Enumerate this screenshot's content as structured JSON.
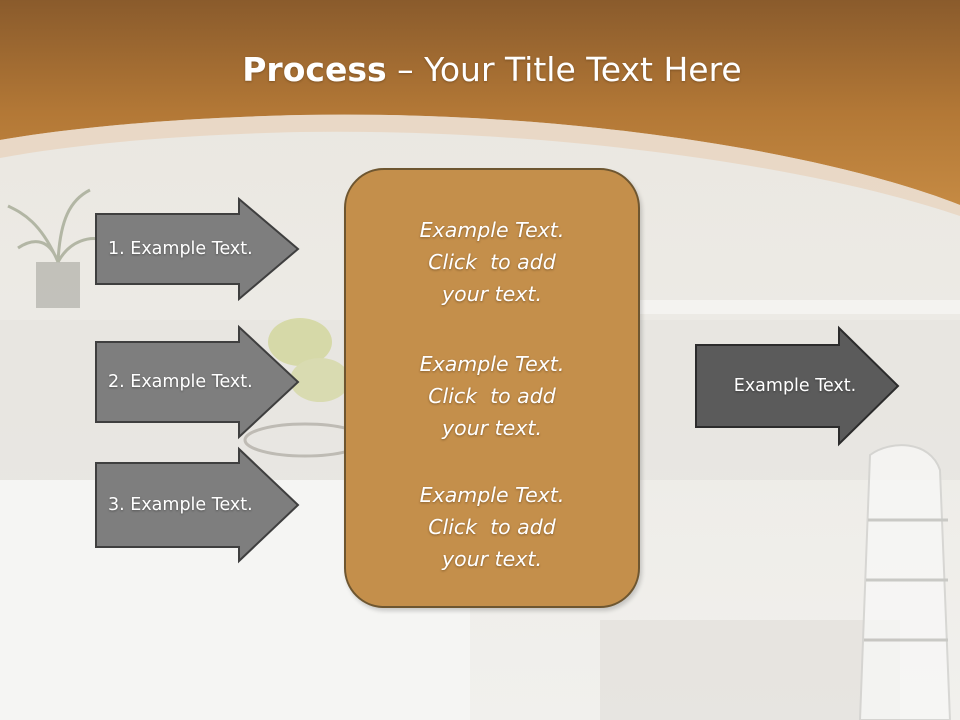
{
  "slide": {
    "title_bold": "Process",
    "title_rest": " – Your Title Text Here",
    "colors": {
      "header_brown": "#b57a38",
      "center_box": "#c48f4b",
      "arrow_gray": "#7e7e7e",
      "arrow_dark": "#5b5b5b"
    }
  },
  "left_arrows": [
    {
      "label": "1. Example Text."
    },
    {
      "label": "2. Example Text."
    },
    {
      "label": "3. Example Text."
    }
  ],
  "center_box": {
    "paragraphs": [
      {
        "lines": [
          "Example Text.",
          "Click  to add",
          "your text."
        ]
      },
      {
        "lines": [
          "Example Text.",
          "Click  to add",
          "your text."
        ]
      },
      {
        "lines": [
          "Example Text.",
          "Click  to add",
          "your text."
        ]
      }
    ]
  },
  "right_arrow": {
    "label": "Example Text."
  }
}
